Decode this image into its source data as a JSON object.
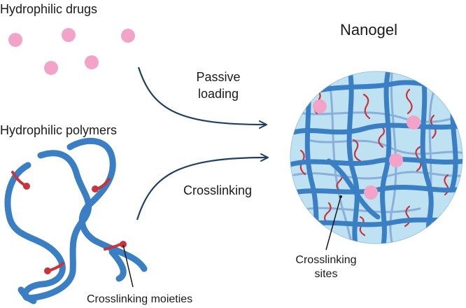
{
  "labels": {
    "hydrophilic_drugs": "Hydrophilic drugs",
    "hydrophilic_polymers": "Hydrophilic polymers",
    "passive_loading_line1": "Passive",
    "passive_loading_line2": "loading",
    "crosslinking": "Crosslinking",
    "nanogel": "Nanogel",
    "crosslinking_moieties": "Crosslinking moieties",
    "crosslinking_sites_line1": "Crosslinking",
    "crosslinking_sites_line2": "sites"
  },
  "colors": {
    "drug": "#f4a3c8",
    "polymer": "#3a7fc4",
    "polymer_light": "#7fa6d6",
    "crosslinker": "#c9333a",
    "nanogel_fill": "#bfe2f2",
    "arrow": "#1f3f66"
  }
}
